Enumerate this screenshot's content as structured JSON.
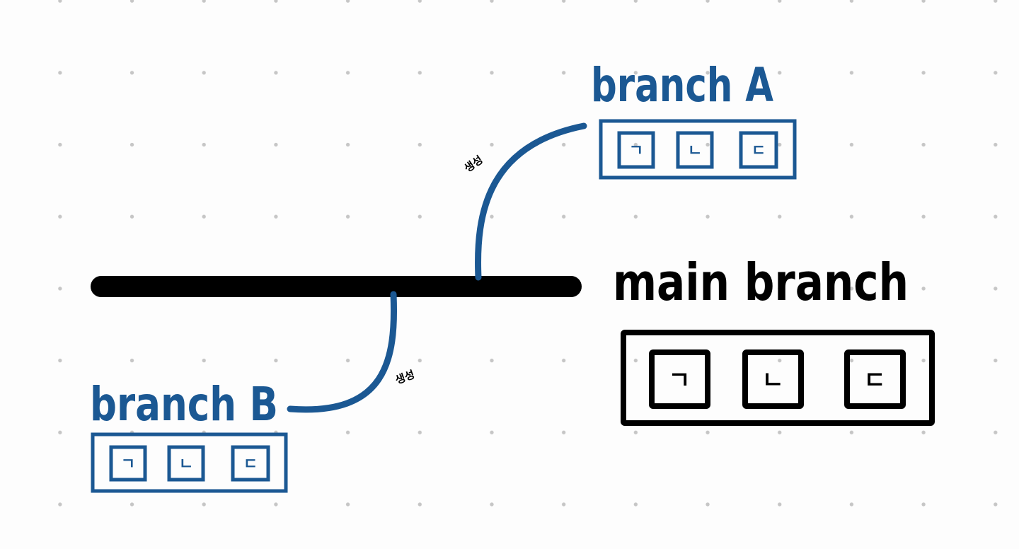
{
  "colors": {
    "blue": "#1b5893",
    "black": "#000000",
    "dot": "#c6c6c6"
  },
  "main_branch": {
    "label": "main branch",
    "items": [
      "ㄱ",
      "ㄴ",
      "ㄷ"
    ]
  },
  "branch_a": {
    "label": "branch A",
    "items": [
      "ㄱ",
      "ㄴ",
      "ㄷ"
    ],
    "connector_label": "생성"
  },
  "branch_b": {
    "label": "branch B",
    "items": [
      "ㄱ",
      "ㄴ",
      "ㄷ"
    ],
    "connector_label": "생성"
  }
}
